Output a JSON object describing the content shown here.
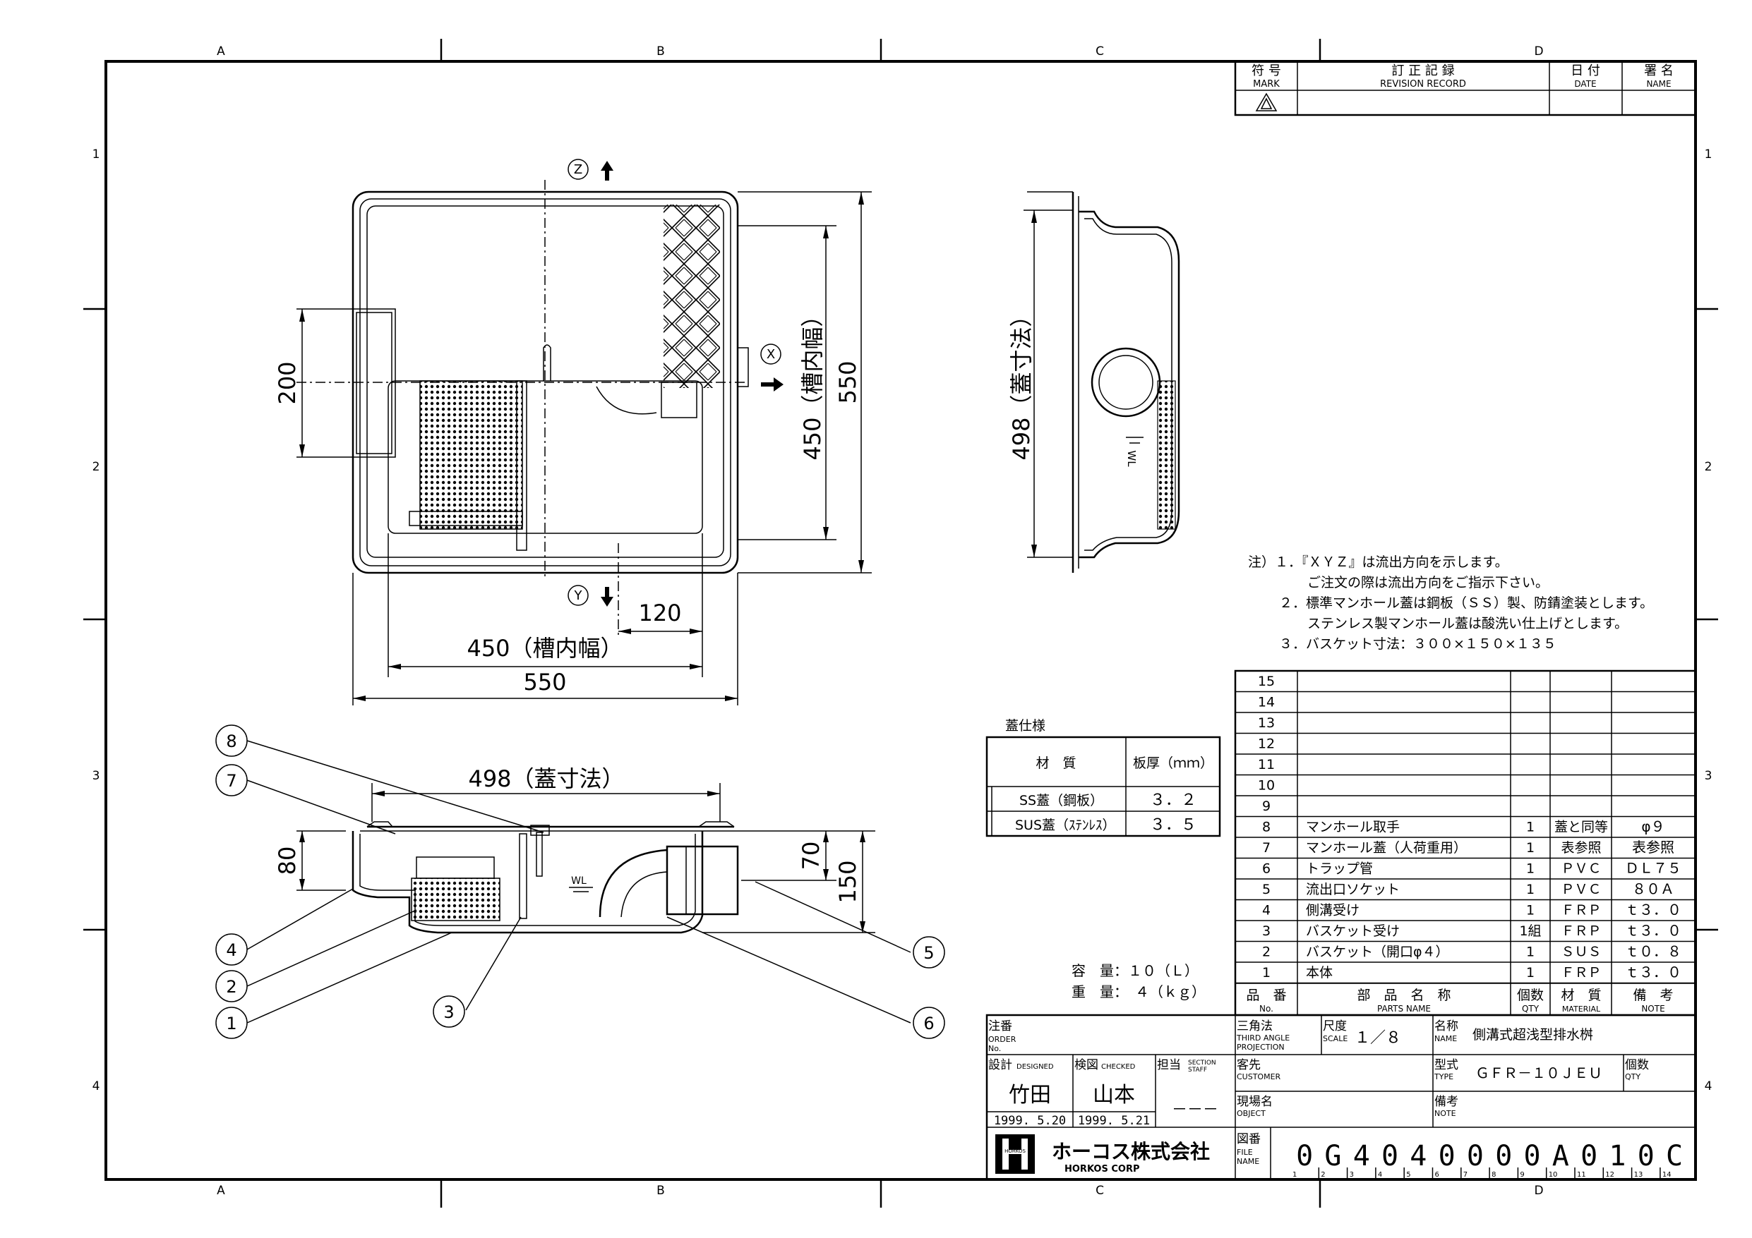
{
  "grid": {
    "columns": [
      "A",
      "B",
      "C",
      "D"
    ],
    "rows": [
      "1",
      "2",
      "3",
      "4"
    ]
  },
  "revision": {
    "headers": {
      "mark_jp": "符 号",
      "mark_en": "MARK",
      "record_jp": "訂 正 記 録",
      "record_en": "REVISION RECORD",
      "date_jp": "日 付",
      "date_en": "DATE",
      "name_jp": "署 名",
      "name_en": "NAME"
    }
  },
  "dims": {
    "top_200": "200",
    "top_450v": "450（槽内幅）",
    "top_550v": "550",
    "top_120": "120",
    "top_450h": "450（槽内幅）",
    "top_550h": "550",
    "side_498": "498（蓋寸法）",
    "front_498": "498（蓋寸法）",
    "front_80": "80",
    "front_70": "70",
    "front_150": "150"
  },
  "flow_labels": {
    "z": "Z",
    "x": "X",
    "y": "Y",
    "wl": "WL"
  },
  "notes": [
    "注）１．『ＸＹＺ』は流出方向を示します。",
    "ご注文の際は流出方向をご指示下さい。",
    "２．標準マンホール蓋は鋼板（ＳＳ）製、防錆塗装とします。",
    "ステンレス製マンホール蓋は酸洗い仕上げとします。",
    "３．バスケット寸法：３００×１５０×１３５"
  ],
  "lid_spec": {
    "title": "蓋仕様",
    "headers": [
      "材　質",
      "板厚（ｍｍ）"
    ],
    "rows": [
      {
        "material": "SS蓋（鋼板）",
        "thickness": "３．２"
      },
      {
        "material": "SUS蓋（ｽﾃﾝﾚｽ）",
        "thickness": "３．５"
      }
    ]
  },
  "capacity": {
    "volume": "容　量：１０（Ｌ）",
    "weight": "重　量：　４（ｋｇ）"
  },
  "callouts": [
    "8",
    "7",
    "4",
    "2",
    "1",
    "3",
    "5",
    "6"
  ],
  "parts": {
    "rows": [
      {
        "no": "15",
        "name": "",
        "qty": "",
        "material": "",
        "note": ""
      },
      {
        "no": "14",
        "name": "",
        "qty": "",
        "material": "",
        "note": ""
      },
      {
        "no": "13",
        "name": "",
        "qty": "",
        "material": "",
        "note": ""
      },
      {
        "no": "12",
        "name": "",
        "qty": "",
        "material": "",
        "note": ""
      },
      {
        "no": "11",
        "name": "",
        "qty": "",
        "material": "",
        "note": ""
      },
      {
        "no": "10",
        "name": "",
        "qty": "",
        "material": "",
        "note": ""
      },
      {
        "no": "9",
        "name": "",
        "qty": "",
        "material": "",
        "note": ""
      },
      {
        "no": "8",
        "name": "マンホール取手",
        "qty": "1",
        "material": "蓋と同等",
        "note": "φ９"
      },
      {
        "no": "7",
        "name": "マンホール蓋（人荷重用）",
        "qty": "1",
        "material": "表参照",
        "note": "表参照"
      },
      {
        "no": "6",
        "name": "トラップ管",
        "qty": "1",
        "material": "ＰＶＣ",
        "note": "ＤＬ７５"
      },
      {
        "no": "5",
        "name": "流出口ソケット",
        "qty": "1",
        "material": "ＰＶＣ",
        "note": "８０Ａ"
      },
      {
        "no": "4",
        "name": "側溝受け",
        "qty": "1",
        "material": "ＦＲＰ",
        "note": "ｔ３．０"
      },
      {
        "no": "3",
        "name": "バスケット受け",
        "qty": "1組",
        "material": "ＦＲＰ",
        "note": "ｔ３．０"
      },
      {
        "no": "2",
        "name": "バスケット（開口φ４）",
        "qty": "1",
        "material": "ＳＵＳ",
        "note": "ｔ０．８"
      },
      {
        "no": "1",
        "name": "本体",
        "qty": "1",
        "material": "ＦＲＰ",
        "note": "ｔ３．０"
      }
    ],
    "headers": {
      "no_jp": "品　番",
      "no_en": "No.",
      "name_jp": "部　品　名　称",
      "name_en": "PARTS NAME",
      "qty_jp": "個数",
      "qty_en": "QTY",
      "material_jp": "材　質",
      "material_en": "MATERIAL",
      "note_jp": "備　考",
      "note_en": "NOTE"
    }
  },
  "title_block": {
    "order_jp": "注番",
    "order_en1": "ORDER",
    "order_en2": "No.",
    "projection_jp": "三角法",
    "projection_en1": "THIRD ANGLE",
    "projection_en2": "PROJECTION",
    "scale_jp": "尺度",
    "scale_en": "SCALE",
    "scale_value": "１／８",
    "name_jp": "名称",
    "name_en": "NAME",
    "name_value": "側溝式超浅型排水桝",
    "designed_jp": "設計",
    "designed_en": "DESIGNED",
    "checked_jp": "検図",
    "checked_en": "CHECKED",
    "staff_jp": "担当",
    "staff_en1": "SECTION",
    "staff_en2": "STAFF",
    "designer": "竹田",
    "checker": "山本",
    "staff_value": "－－－",
    "designed_date": "1999. 5.20",
    "checked_date": "1999. 5.21",
    "customer_jp": "客先",
    "customer_en": "CUSTOMER",
    "type_jp": "型式",
    "type_en": "TYPE",
    "type_value": "ＧＦＲ－１０ＪＥＵ",
    "qty_jp": "個数",
    "qty_en": "QTY",
    "object_jp": "現場名",
    "object_en": "OBJECT",
    "note_jp": "備考",
    "note_en": "NOTE",
    "company_jp": "ホーコス株式会社",
    "company_en": "HORKOS CORP",
    "logo_text": "HORKOS",
    "file_jp": "図番",
    "file_en1": "FILE",
    "file_en2": "NAME",
    "file_chars": [
      "0",
      "G",
      "4",
      "0",
      "4",
      "0",
      "0",
      "0",
      "0",
      "A",
      "0",
      "1",
      "0",
      "C"
    ],
    "file_indices": [
      "1",
      "2",
      "3",
      "4",
      "5",
      "6",
      "7",
      "8",
      "9",
      "10",
      "11",
      "12",
      "13",
      "14"
    ]
  }
}
